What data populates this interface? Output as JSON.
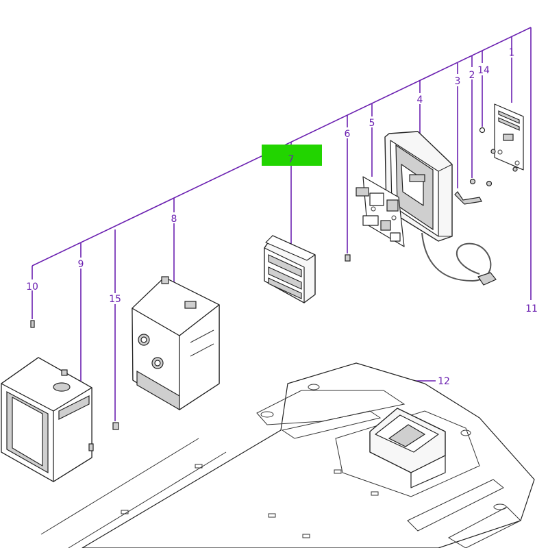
{
  "colors": {
    "callout": "#6a1fb0",
    "highlight": "#22d400",
    "linework": "#222222"
  },
  "callouts": [
    {
      "id": "p1",
      "label": "1"
    },
    {
      "id": "p2",
      "label": "2"
    },
    {
      "id": "p14",
      "label": "14"
    },
    {
      "id": "p3",
      "label": "3"
    },
    {
      "id": "p4",
      "label": "4"
    },
    {
      "id": "p5",
      "label": "5"
    },
    {
      "id": "p6",
      "label": "6"
    },
    {
      "id": "p7",
      "label": "7"
    },
    {
      "id": "p8",
      "label": "8"
    },
    {
      "id": "p9",
      "label": "9"
    },
    {
      "id": "p10",
      "label": "10"
    },
    {
      "id": "p15",
      "label": "15"
    },
    {
      "id": "p11",
      "label": "11"
    },
    {
      "id": "p12",
      "label": "12"
    }
  ],
  "highlighted_callout": "7"
}
